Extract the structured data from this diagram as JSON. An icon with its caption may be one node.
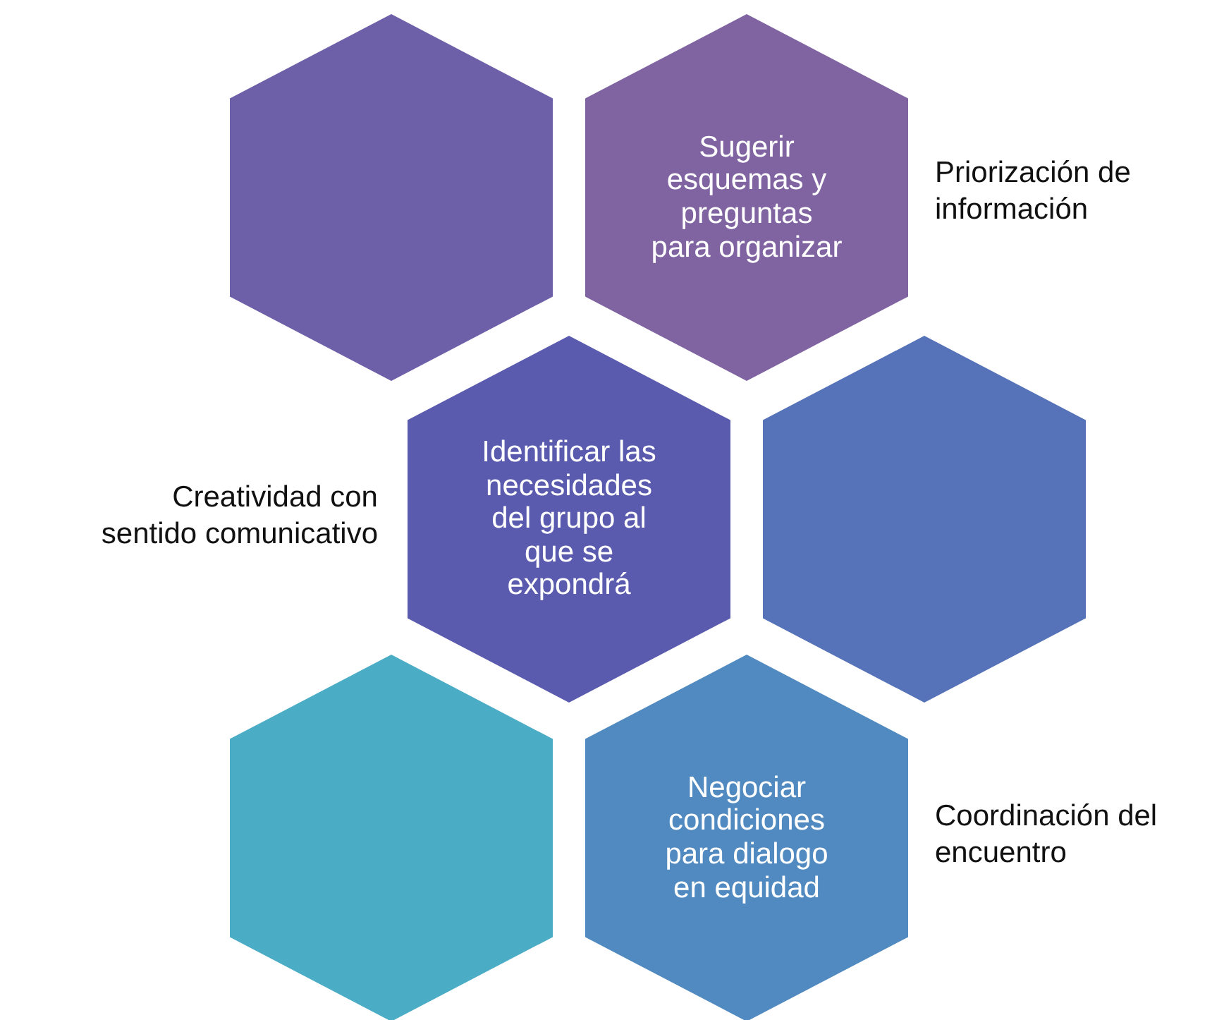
{
  "diagram": {
    "nodes": [
      {
        "text": [],
        "shape": "hexagon"
      },
      {
        "text": [
          "Sugerir esquemas y preguntas para organizar"
        ],
        "beside": [
          "Priorización de información"
        ]
      },
      {
        "text": [
          "Identificar las necesidades del grupo al que se expondrá"
        ],
        "beside": [
          "Creatividad con sentido comunicativo"
        ]
      },
      {
        "text": [],
        "shape": "hexagon"
      },
      {
        "text": [],
        "shape": "hexagon"
      },
      {
        "text": [
          "Negociar condiciones para dialogo en equidad"
        ],
        "beside": [
          "Coordinación del encuentro"
        ]
      }
    ]
  }
}
